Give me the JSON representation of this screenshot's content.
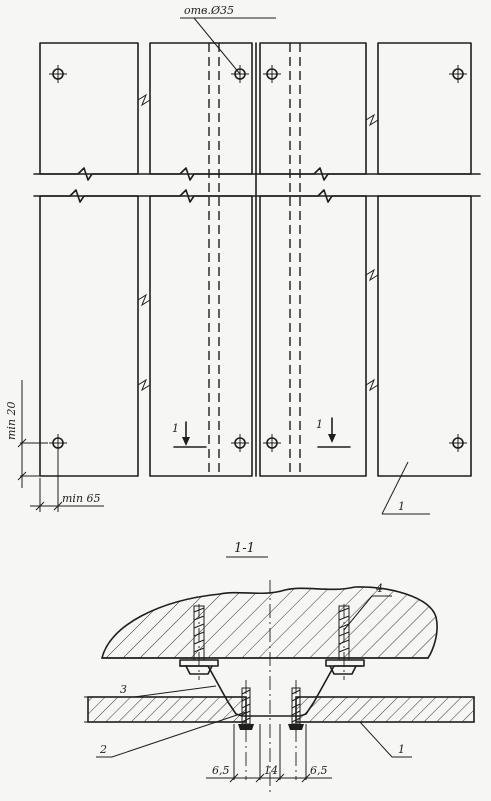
{
  "plan": {
    "hole_callout": "отв.Ø35",
    "dim_edge_vertical": "min 20",
    "dim_edge_horizontal": "min 65",
    "section_mark": "1",
    "leader_label": "1"
  },
  "section": {
    "title": "1-1",
    "labels": {
      "one": "1",
      "two": "2",
      "three": "3",
      "four": "4"
    },
    "dims": {
      "left": "6,5",
      "center": "14",
      "right": "6,5"
    }
  },
  "colors": {
    "ink": "#1e1e1e",
    "paper": "#f6f6f4"
  }
}
